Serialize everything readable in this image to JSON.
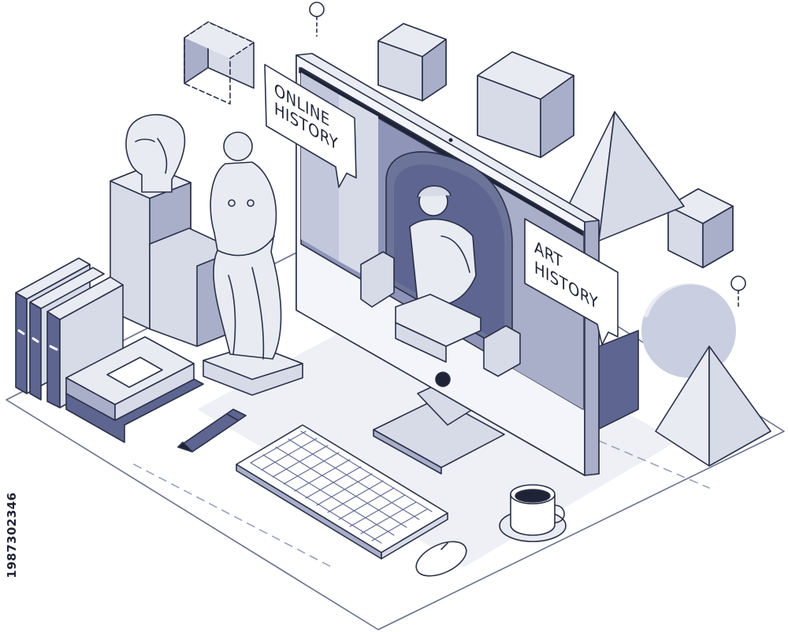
{
  "illustration": {
    "bubble_online": [
      "ONLINE",
      "HISTORY"
    ],
    "bubble_art": [
      "ART",
      "HISTORY"
    ],
    "stock_id": "1987302346"
  },
  "colors": {
    "line": "#2a3048",
    "pale": "#e9ebf3",
    "light": "#d7dbe8",
    "mid": "#a9afc9",
    "dark": "#5d6590",
    "ink": "#1e2336",
    "screen": "#8e95b8"
  },
  "icons": [
    "apple-logo-icon",
    "camera-icon",
    "pin-icon"
  ]
}
